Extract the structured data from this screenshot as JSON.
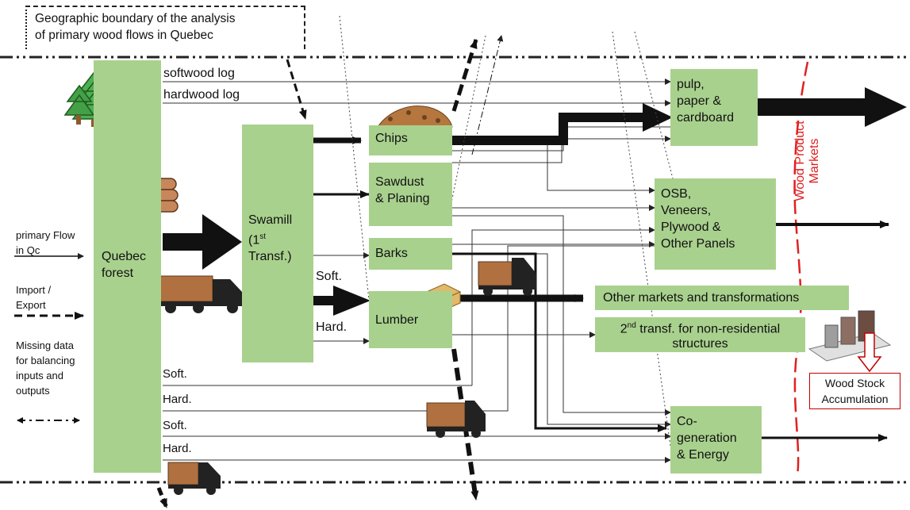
{
  "boundary": {
    "line1": "Geographic boundary of the analysis",
    "line2": "of primary wood flows in Quebec"
  },
  "nodes": {
    "forest": {
      "line1": "Quebec",
      "line2": "forest"
    },
    "sawmill": {
      "line1": "Swamill",
      "line2a": "(1",
      "sup": "st",
      "line3": "Transf.)"
    },
    "chips": "Chips",
    "sawdust": {
      "line1": "Sawdust",
      "line2": "& Planing"
    },
    "barks": "Barks",
    "lumber": "Lumber",
    "pulp": {
      "line1": "pulp,",
      "line2": "paper &",
      "line3": "cardboard"
    },
    "osb": {
      "line1": "OSB,",
      "line2": "Veneers,",
      "line3": "Plywood &",
      "line4": "Other Panels"
    },
    "other_markets": "Other markets and transformations",
    "second_transf": {
      "pre": "2",
      "sup": "nd",
      "line1": " transf. for non-residential",
      "line2": "structures"
    },
    "cogen": {
      "line1": "Co-",
      "line2": "generation",
      "line3": "& Energy"
    }
  },
  "flow_labels": {
    "softwood_log": "softwood log",
    "hardwood_log": "hardwood log",
    "soft_sawmill": "Soft.",
    "hard_sawmill": "Hard.",
    "soft1": "Soft.",
    "hard1": "Hard.",
    "soft2": "Soft.",
    "hard2": "Hard."
  },
  "legend": {
    "primary": {
      "line1": "primary Flow",
      "line2": "in Qc"
    },
    "import": {
      "line1": "Import /",
      "line2": "Export"
    },
    "missing": {
      "line1": "Missing data",
      "line2": "for balancing",
      "line3": "inputs and",
      "line4": "outputs"
    }
  },
  "markets_label": "Wood Product Markets",
  "stock": {
    "line1": "Wood Stock",
    "line2": "Accumulation"
  },
  "colors": {
    "box_fill": "#a9d18e",
    "market_line": "#e02020",
    "stock_border": "#c00000"
  }
}
